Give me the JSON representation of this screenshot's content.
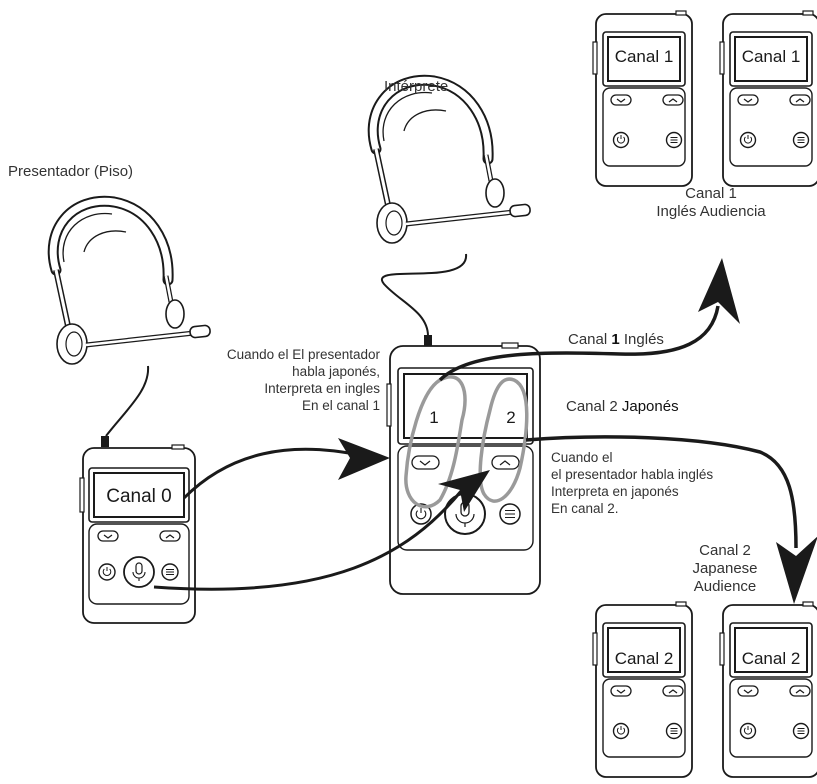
{
  "labels": {
    "presenter": "Presentador (Piso)",
    "interpreter": "Intérprete",
    "presenter_note": [
      "Cuando el El presentador",
      "habla japonés,",
      "Interpreta en ingles",
      "En el canal 1"
    ],
    "interpreter_note": [
      "Cuando el",
      "el presentador habla inglés",
      "Interpreta en japonés",
      "En canal 2."
    ],
    "route_channel1_prefix": "Canal",
    "route_channel1_number": "1",
    "route_channel1_suffix": "Inglés",
    "route_channel2_prefix": "Canal 2",
    "route_channel2_suffix": "Japonés",
    "audience1": [
      "Canal 1",
      "Inglés Audiencia"
    ],
    "audience2": [
      "Canal 2",
      "Japanese",
      "Audience"
    ]
  },
  "devices": {
    "presenter_screen": "Canal 0",
    "interpreter_left_channel": "1",
    "interpreter_right_channel": "2",
    "audience1_screen": "Canal 1",
    "audience2_screen": "Canal 2"
  },
  "colors": {
    "line": "#1a1a1a",
    "highlight": "#9a9a9a",
    "device_fill": "#ffffff"
  }
}
